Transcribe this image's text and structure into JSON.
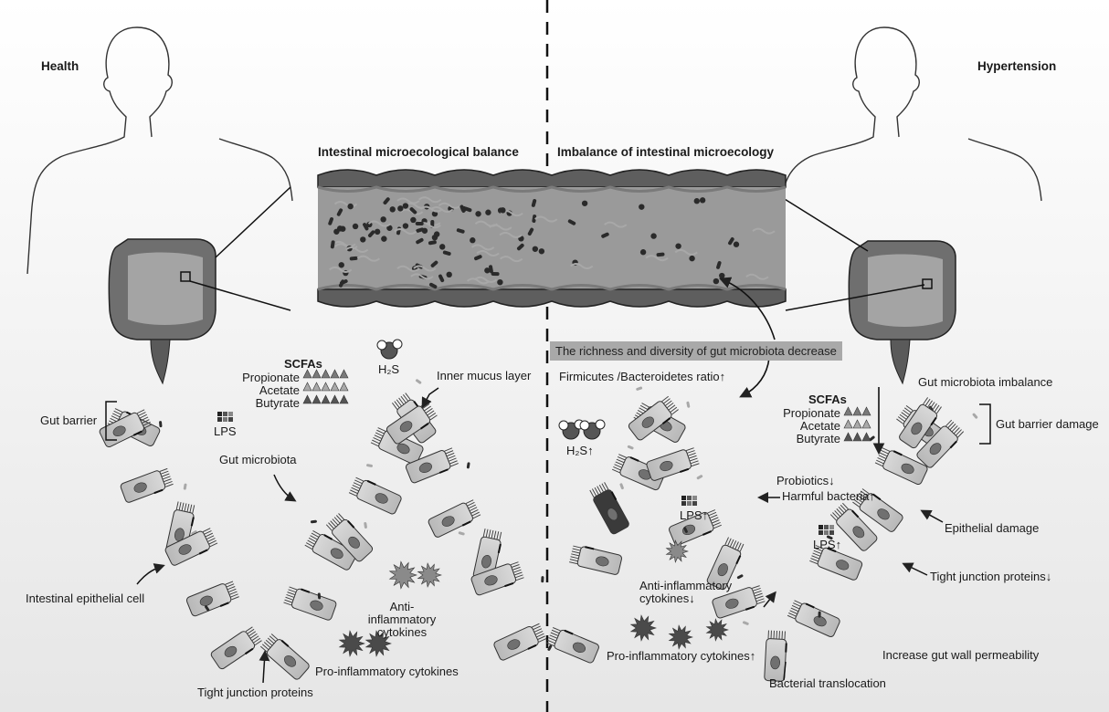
{
  "titles": {
    "health": "Health",
    "hypertension": "Hypertension",
    "balance": "Intestinal microecological balance",
    "imbalance": "Imbalance of intestinal microecology"
  },
  "banner": "The richness and diversity of gut microbiota decrease",
  "left": {
    "scfas_title": "SCFAs",
    "propionate": "Propionate",
    "acetate": "Acetate",
    "butyrate": "Butyrate",
    "h2s": "H₂S",
    "inner_mucus": "Inner mucus layer",
    "gut_barrier": "Gut barrier",
    "lps": "LPS",
    "gut_microbiota": "Gut microbiota",
    "epithelial_cell": "Intestinal epithelial cell",
    "anti_inflammatory": "Anti-inflammatory cytokines",
    "pro_inflammatory": "Pro-inflammatory cytokines",
    "tight_junction": "Tight junction proteins"
  },
  "right": {
    "firmicutes": "Firmicutes /Bacteroidetes ratio↑",
    "h2s": "H₂S↑",
    "microbiota_imbalance": "Gut microbiota imbalance",
    "scfas_title": "SCFAs",
    "propionate": "Propionate",
    "acetate": "Acetate",
    "butyrate": "Butyrate",
    "barrier_damage": "Gut barrier damage",
    "probiotics": "Probiotics↓",
    "harmful": "Harmful bacteria↑",
    "lps_a": "LPS↑",
    "lps_b": "LPS↑",
    "epithelial_damage": "Epithelial damage",
    "anti_inflammatory": "Anti-inflammatory cytokines↓",
    "tight_junction": "Tight junction proteins↓",
    "pro_inflammatory": "Pro-inflammatory cytokines↑",
    "permeability": "Increase gut wall permeability",
    "translocation": "Bacterial translocation"
  },
  "colors": {
    "lumen": "#9a9a9a",
    "wall": "#5e5e5e",
    "cell": "#c9c9c9",
    "damaged_cell": "#3a3a3a",
    "nucleus": "#707070",
    "bacteria_dark": "#2a2a2a",
    "bacteria_light": "#a8a8a8"
  }
}
